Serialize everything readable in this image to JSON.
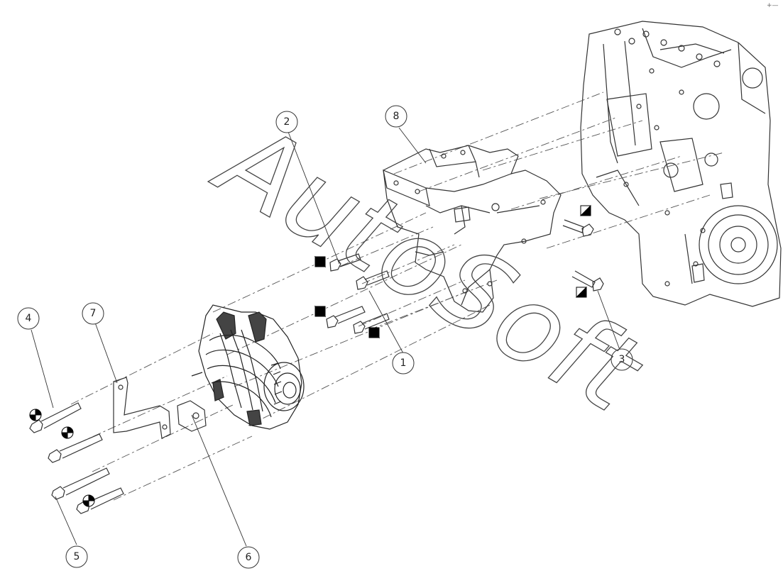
{
  "diagram": {
    "callouts": [
      {
        "id": "callout-2",
        "label": "2"
      },
      {
        "id": "callout-8",
        "label": "8"
      },
      {
        "id": "callout-1",
        "label": "1"
      },
      {
        "id": "callout-3",
        "label": "3"
      },
      {
        "id": "callout-4",
        "label": "4"
      },
      {
        "id": "callout-7",
        "label": "7"
      },
      {
        "id": "callout-5",
        "label": "5"
      },
      {
        "id": "callout-6",
        "label": "6"
      }
    ],
    "watermark": "AutoSoft",
    "corner_mark": "+—"
  }
}
